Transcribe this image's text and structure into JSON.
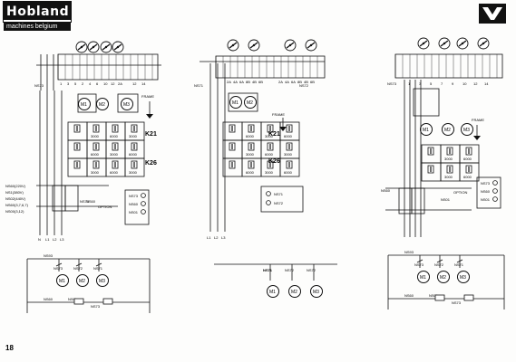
{
  "header": {
    "brand": "Hobland",
    "subtitle": "machines belgium"
  },
  "page_number": "18",
  "diagrams": [
    {
      "id": "left",
      "motor_labels": [
        "M1",
        "M2",
        "M3"
      ],
      "contactor_labels": [
        "K21",
        "K26"
      ],
      "frame_label": "FRAME",
      "terminal_numbers": [
        "1",
        "3",
        "5",
        "2",
        "4",
        "6",
        "10",
        "12",
        "2A",
        "4A",
        "6A",
        "8B",
        "4B",
        "6B",
        "12",
        "14"
      ],
      "switch_values": [
        "3000",
        "6000",
        "3000",
        "6000"
      ],
      "control_labels": [
        "NS73",
        "NS60",
        "NS01"
      ],
      "bottom_labels": [
        "N",
        "L1",
        "L2",
        "L3"
      ],
      "side_notes": [
        "NS60(220V)",
        "NS1(380V)",
        "NS02(440V)",
        "NS60(3,7,6,7)",
        "NS00(3,12)"
      ],
      "option_label": "OPTION",
      "ladder_labels": [
        "NS93",
        "NS73",
        "NS72",
        "NS71",
        "NS60",
        "NS01",
        "NS73",
        "NS93"
      ],
      "ladder_motors": [
        "M1",
        "M2",
        "M3"
      ]
    },
    {
      "id": "middle",
      "motor_labels": [
        "M1",
        "M2"
      ],
      "contactor_labels": [
        "K21",
        "K26"
      ],
      "frame_label": "FRAME",
      "terminal_numbers": [
        "2A",
        "4A",
        "6A",
        "8B",
        "4B",
        "6B",
        "2A",
        "4A",
        "6A",
        "8B",
        "4B",
        "6B"
      ],
      "switch_values": [
        "6000",
        "3000",
        "6000",
        "3000"
      ],
      "control_labels": [
        "NS71",
        "NS72"
      ],
      "bottom_labels": [
        "L1",
        "L2",
        "L3"
      ],
      "ladder_labels": [
        "NS71",
        "NS71",
        "NS72",
        "NS72",
        "NS72"
      ],
      "ladder_motors": [
        "M1",
        "M2",
        "M3"
      ]
    },
    {
      "id": "right",
      "motor_labels": [
        "M1",
        "M2",
        "M3"
      ],
      "frame_label": "FRAME",
      "terminal_numbers": [
        "1",
        "3",
        "5",
        "7",
        "9",
        "10",
        "12",
        "14"
      ],
      "switch_values": [
        "3000",
        "6000"
      ],
      "control_labels": [
        "NS73",
        "NS60",
        "NS01"
      ],
      "option_label": "OPTION",
      "side_notes": [
        "NS60",
        "NS01",
        "NS93"
      ],
      "ladder_labels": [
        "NS93",
        "NS73",
        "NS72",
        "NS71",
        "NS60",
        "NS01",
        "NS73",
        "NS93"
      ],
      "ladder_motors": [
        "M1",
        "M2",
        "M3"
      ]
    }
  ],
  "colors": {
    "ink": "#111111",
    "paper": "#fdfdfc"
  }
}
